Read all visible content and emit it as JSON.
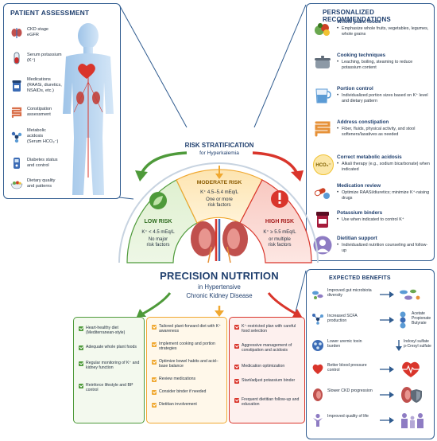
{
  "patient_assessment": {
    "title": "PATIENT ASSESSMENT",
    "items": [
      {
        "label": "CKD stage\neGFR",
        "icon": "kidneys-icon"
      },
      {
        "label": "Serum potassium\n(K⁺)",
        "icon": "blood-tube-icon"
      },
      {
        "label": "Medications\n(RAASi, diuretics,\nNSAIDs, etc.)",
        "icon": "pill-bottle-icon"
      },
      {
        "label": "Constipation\nassessment",
        "icon": "intestine-icon"
      },
      {
        "label": "Metabolic\nacidosis\n(Serum HCO₃⁻)",
        "icon": "molecule-icon"
      },
      {
        "label": "Diabetes status\nand control",
        "icon": "glucometer-icon"
      },
      {
        "label": "Dietary quality\nand patterns",
        "icon": "food-bowl-icon"
      }
    ]
  },
  "risk": {
    "title": "RISK STRATIFICATION",
    "subtitle": "for Hyperkalemia",
    "low": {
      "title": "LOW RISK",
      "line1": "K⁺ < 4.5 mEq/L",
      "line2": "No major\nrisk factors"
    },
    "moderate": {
      "title": "MODERATE RISK",
      "line1": "K⁺ 4.5–5.4 mEq/L",
      "line2": "One or more\nrisk factors"
    },
    "high": {
      "title": "HIGH RISK",
      "line1": "K⁺ ≥ 5.5 mEq/L",
      "line2": "or multiple\nrisk factors"
    }
  },
  "center": {
    "title": "PRECISION NUTRITION",
    "sub1": "in Hypertensive",
    "sub2": "Chronic Kidney Disease"
  },
  "recommendations": {
    "title": "PERSONALIZED RECOMMENDATIONS",
    "items": [
      {
        "title": "Whole plant foods",
        "text": "Emphasize whole fruits, vegetables, legumes, whole grains",
        "icon": "vegetables-icon",
        "color": "#6aa84f"
      },
      {
        "title": "Cooking techniques",
        "text": "Leaching, boiling, steaming to reduce potassium content",
        "icon": "cooking-pot-icon",
        "color": "#8c99a6"
      },
      {
        "title": "Portion control",
        "text": "Individualized portion sizes based on K⁺ level and dietary pattern",
        "icon": "measuring-cup-icon",
        "color": "#5b9bd5"
      },
      {
        "title": "Address constipation",
        "text": "Fiber, fluids, physical activity, and stool softeners/laxatives as needed",
        "icon": "intestine-icon",
        "color": "#e69138"
      },
      {
        "title": "Correct metabolic acidosis",
        "text": "Alkali therapy (e.g., sodium bicarbonate) when indicated",
        "icon": "bicarbonate-icon",
        "label": "HCO₃⁻",
        "color": "#f1c232"
      },
      {
        "title": "Medication review",
        "text": "Optimize RAASi/diuretics; minimize K⁺-raising drugs",
        "icon": "pills-icon",
        "color": "#cc4125"
      },
      {
        "title": "Potassium binders",
        "text": "Use when indicated to control K⁺",
        "icon": "medicine-jar-icon",
        "color": "#a61c3c"
      },
      {
        "title": "Dietitian support",
        "text": "Individualized nutrition counseling and follow-up",
        "icon": "dietitian-icon",
        "color": "#8e7cc3"
      }
    ]
  },
  "benefits": {
    "title": "EXPECTED BENEFITS",
    "items": [
      {
        "label": "Improved gut microbiota diversity",
        "result": "",
        "icon": "microbes-icon"
      },
      {
        "label": "Increased SCFA production",
        "result": "Acetate\nPropionate\nButyrate",
        "icon": "molecule-icon"
      },
      {
        "label": "Lower uremic toxin burden",
        "result": "Indoxyl sulfate\np-Cresyl sulfate",
        "icon": "toxin-icon"
      },
      {
        "label": "Better blood pressure control",
        "result": "",
        "icon": "heart-icon"
      },
      {
        "label": "Slower CKD progression",
        "result": "",
        "icon": "kidney-shield-icon"
      },
      {
        "label": "Improved quality of life",
        "result": "",
        "icon": "person-icon"
      }
    ]
  },
  "lists": {
    "low": [
      "Heart-healthy diet (Mediterranean-style)",
      "Adequate whole plant foods",
      "Regular monitoring of K⁺ and kidney function",
      "Reinforce lifestyle and BP control"
    ],
    "moderate": [
      "Tailored plant-forward diet with K⁺ awareness",
      "Implement cooking and portion strategies",
      "Optimize bowel habits and acid–base balance",
      "Review medications",
      "Consider binder if needed",
      "Dietitian involvement"
    ],
    "high": [
      "K⁺-restricted plan with careful food selection",
      "Aggressive management of constipation and acidosis",
      "Medication optimization",
      "Start/adjust potassium binder",
      "Frequent dietitian follow-up and education"
    ]
  },
  "colors": {
    "navy": "#1f3f6e",
    "low": "#4e9a3a",
    "moderate": "#f0a830",
    "high": "#d9352b",
    "kidney": "#c0504d"
  }
}
